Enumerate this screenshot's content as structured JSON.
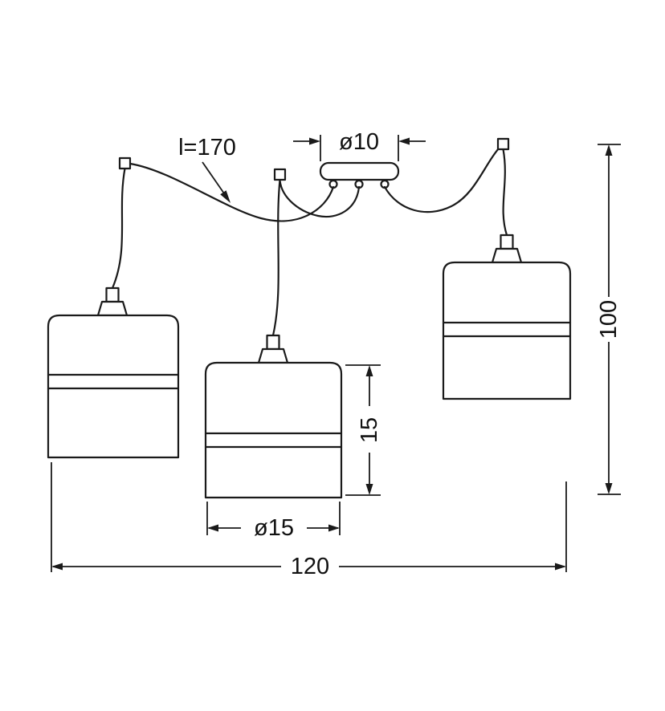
{
  "diagram": {
    "labels": {
      "cord_length": "l=170",
      "canopy_diameter": "ø10",
      "overall_height": "100",
      "shade_height": "15",
      "shade_diameter": "ø15",
      "overall_width": "120"
    },
    "colors": {
      "line": "#1a1a1a",
      "background": "#ffffff"
    }
  }
}
